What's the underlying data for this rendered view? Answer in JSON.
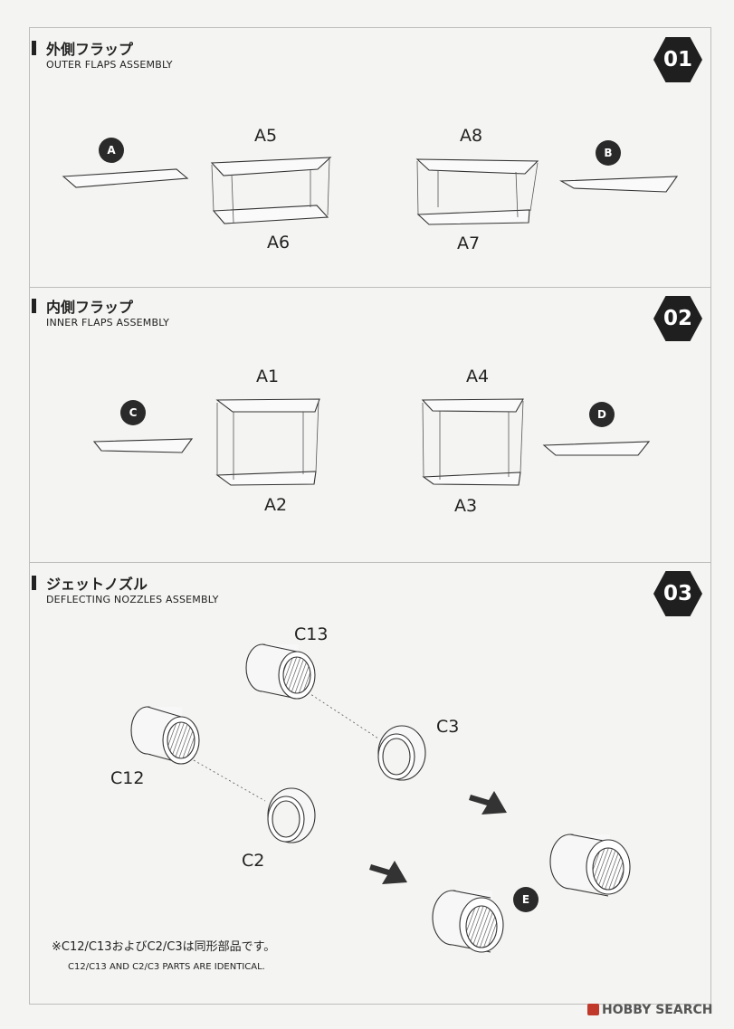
{
  "steps": [
    {
      "number": "01",
      "title_jp": "外側フラップ",
      "title_en": "OUTER FLAPS ASSEMBLY",
      "callouts": [
        "A",
        "B"
      ],
      "parts": [
        "A5",
        "A6",
        "A8",
        "A7"
      ]
    },
    {
      "number": "02",
      "title_jp": "内側フラップ",
      "title_en": "INNER FLAPS ASSEMBLY",
      "callouts": [
        "C",
        "D"
      ],
      "parts": [
        "A1",
        "A2",
        "A4",
        "A3"
      ]
    },
    {
      "number": "03",
      "title_jp": "ジェットノズル",
      "title_en": "DEFLECTING NOZZLES ASSEMBLY",
      "callouts": [
        "E"
      ],
      "parts": [
        "C13",
        "C3",
        "C12",
        "C2"
      ]
    }
  ],
  "note": {
    "jp": "※C12/C13およびC2/C3は同形部品です。",
    "en": "C12/C13 AND C2/C3 PARTS ARE IDENTICAL."
  },
  "watermark": "HOBBY SEARCH",
  "colors": {
    "ink": "#222222",
    "paper": "#f4f4f2",
    "callout": "#2a2a2a"
  }
}
